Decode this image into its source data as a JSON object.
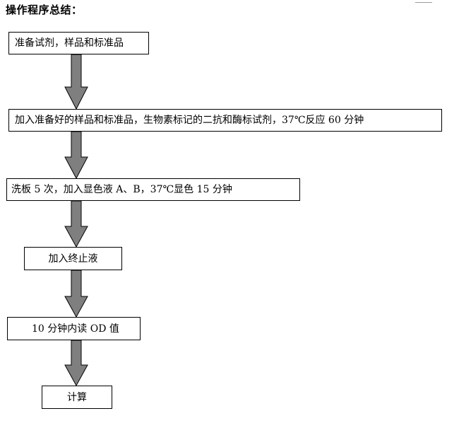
{
  "title": "操作程序总结：",
  "colors": {
    "arrow_fill": "#7f7f7f",
    "arrow_stroke": "#000000",
    "box_border": "#000000"
  },
  "steps": [
    {
      "label": "准备试剂，样品和标准品"
    },
    {
      "label": "加入准备好的样品和标准品，生物素标记的二抗和酶标试剂，37℃反应 60 分钟"
    },
    {
      "label": "洗板 5 次，加入显色液 A、B，37℃显色 15 分钟"
    },
    {
      "label": "加入终止液"
    },
    {
      "label": "10 分钟内读 OD 值"
    },
    {
      "label": "计算"
    }
  ]
}
